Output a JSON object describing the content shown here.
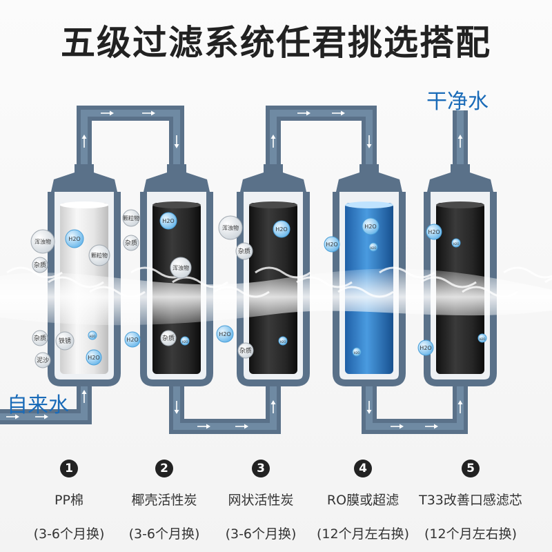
{
  "title": "五级过滤系统任君挑选搭配",
  "inlet_label": "自来水",
  "outlet_label": "干净水",
  "colors": {
    "pipe": "#5a7189",
    "pipe_light": "#6f8aa3",
    "accent": "#1a6bb8"
  },
  "stages": [
    {
      "number": "1",
      "name": "PP棉",
      "interval": "(3-6个月换)",
      "core": "white",
      "bubbles": [
        "浑浊物",
        "H2O",
        "颗粒物",
        "杂质",
        "杂质",
        "铁锈",
        "H2O",
        "泥沙",
        "H2O"
      ]
    },
    {
      "number": "2",
      "name": "椰壳活性炭",
      "interval": "(3-6个月换)",
      "core": "black",
      "bubbles": [
        "颗粒物",
        "杂质",
        "H2O",
        "浑浊物",
        "H2O",
        "杂质",
        "H2O"
      ]
    },
    {
      "number": "3",
      "name": "网状活性炭",
      "interval": "(3-6个月换)",
      "core": "black",
      "bubbles": [
        "浑浊物",
        "杂质",
        "H2O",
        "H2O",
        "杂质",
        "H2O"
      ]
    },
    {
      "number": "4",
      "name": "RO膜或超滤",
      "interval": "(12个月左右换)",
      "core": "blue",
      "bubbles": [
        "H2O",
        "H2O",
        "H2O",
        "H2O"
      ]
    },
    {
      "number": "5",
      "name": "T33改善口感滤芯",
      "interval": "(12个月左右换)",
      "core": "black",
      "bubbles": [
        "H2O",
        "H2O",
        "H2O",
        "H2O"
      ]
    }
  ]
}
